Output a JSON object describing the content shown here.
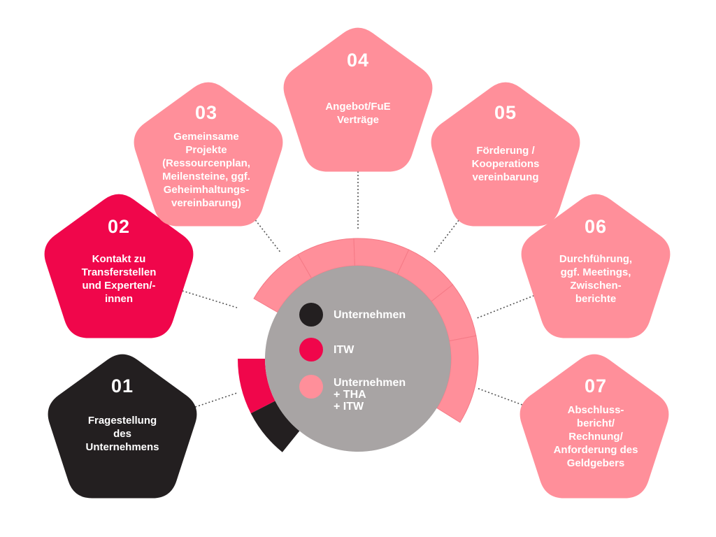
{
  "colors": {
    "company": "#231f20",
    "itw": "#f0064b",
    "joint": "#ff8f9a",
    "center": "#a8a4a4",
    "connector": "#555555",
    "text": "#ffffff"
  },
  "steps": [
    {
      "number": "01",
      "color_key": "company",
      "lines": [
        "Fragestellung",
        "des",
        "Unternehmens"
      ]
    },
    {
      "number": "02",
      "color_key": "itw",
      "lines": [
        "Kontakt zu",
        "Transferstellen",
        "und Experten/-",
        "innen"
      ]
    },
    {
      "number": "03",
      "color_key": "joint",
      "lines": [
        "Gemeinsame",
        "Projekte",
        "(Ressourcenplan,",
        "Meilensteine, ggf.",
        "Geheimhaltungs-",
        "vereinbarung)"
      ]
    },
    {
      "number": "04",
      "color_key": "joint",
      "lines": [
        "Angebot/FuE",
        "Verträge"
      ]
    },
    {
      "number": "05",
      "color_key": "joint",
      "lines": [
        "Förderung /",
        "Kooperations",
        "vereinbarung"
      ]
    },
    {
      "number": "06",
      "color_key": "joint",
      "lines": [
        "Durchführung,",
        "ggf. Meetings,",
        "Zwischen-",
        "berichte"
      ]
    },
    {
      "number": "07",
      "color_key": "joint",
      "lines": [
        "Abschluss-",
        "bericht/",
        "Rechnung/",
        "Anforderung des",
        "Geldgebers"
      ]
    }
  ],
  "legend": [
    {
      "color_key": "company",
      "lines": [
        "Unternehmen"
      ]
    },
    {
      "color_key": "itw",
      "lines": [
        "ITW"
      ]
    },
    {
      "color_key": "joint",
      "lines": [
        "Unternehmen",
        "+ THA",
        "+ ITW"
      ]
    }
  ]
}
